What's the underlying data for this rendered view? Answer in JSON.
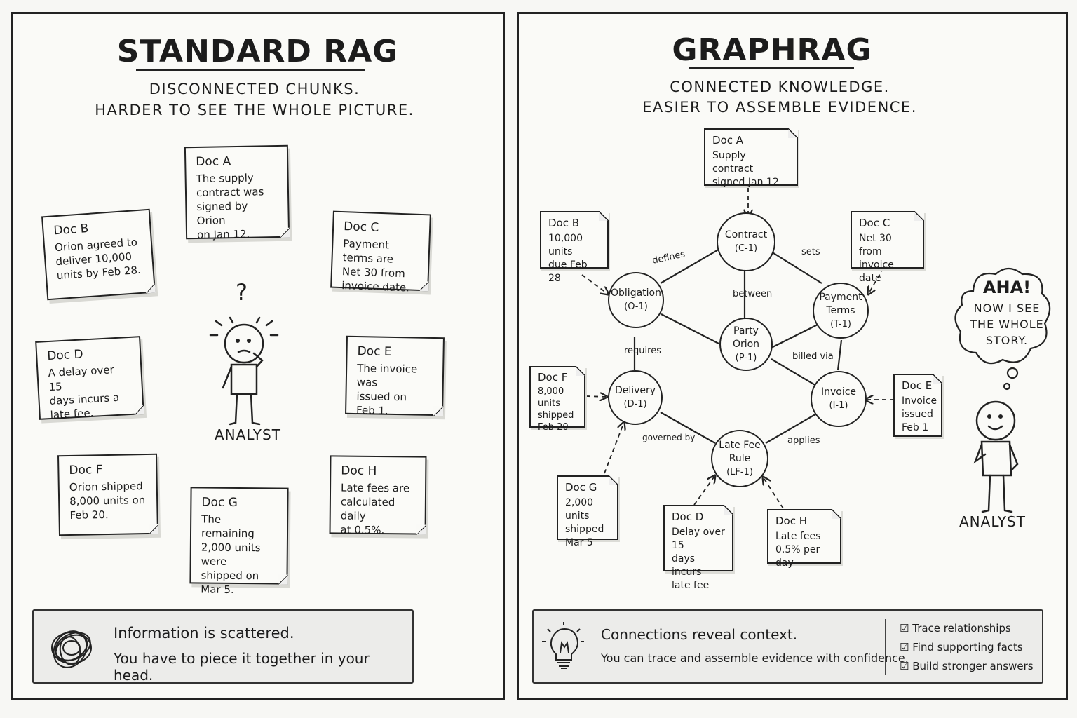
{
  "left": {
    "title": "STANDARD RAG",
    "subtitle_line1": "DISCONNECTED CHUNKS.",
    "subtitle_line2": "HARDER TO SEE THE WHOLE PICTURE.",
    "docs": [
      {
        "title": "Doc A",
        "text": "The supply\ncontract was\nsigned by Orion\non Jan 12."
      },
      {
        "title": "Doc B",
        "text": "Orion agreed to\ndeliver 10,000\nunits by Feb 28."
      },
      {
        "title": "Doc C",
        "text": "Payment terms are\nNet 30 from\ninvoice date."
      },
      {
        "title": "Doc D",
        "text": "A delay over 15\ndays incurs a\nlate fee."
      },
      {
        "title": "Doc E",
        "text": "The invoice was\nissued on\nFeb 1."
      },
      {
        "title": "Doc F",
        "text": "Orion shipped\n8,000 units on\nFeb 20."
      },
      {
        "title": "Doc G",
        "text": "The remaining\n2,000 units were\nshipped on\nMar 5."
      },
      {
        "title": "Doc H",
        "text": "Late fees are\ncalculated daily\nat 0.5%."
      }
    ],
    "question_mark": "?",
    "analyst_label": "ANALYST",
    "footer_line1": "Information is scattered.",
    "footer_line2": "You have to piece it together in your head."
  },
  "right": {
    "title": "GRAPHRAG",
    "subtitle_line1": "CONNECTED KNOWLEDGE.",
    "subtitle_line2": "EASIER TO ASSEMBLE EVIDENCE.",
    "docs": [
      {
        "title": "Doc A",
        "text": "Supply contract\nsigned Jan 12"
      },
      {
        "title": "Doc B",
        "text": "10,000 units\ndue Feb 28"
      },
      {
        "title": "Doc C",
        "text": "Net 30 from\ninvoice date"
      },
      {
        "title": "Doc D",
        "text": "Delay over 15\ndays incurs\nlate fee"
      },
      {
        "title": "Doc E",
        "text": "Invoice\nissued\nFeb 1"
      },
      {
        "title": "Doc F",
        "text": "8,000 units\nshipped\nFeb 20"
      },
      {
        "title": "Doc G",
        "text": "2,000 units\nshipped\nMar 5"
      },
      {
        "title": "Doc H",
        "text": "Late fees\n0.5% per day"
      }
    ],
    "nodes": {
      "contract": {
        "name": "Contract",
        "id": "(C-1)"
      },
      "obligation": {
        "name": "Obligation",
        "id": "(O-1)"
      },
      "payment": {
        "name": "Payment\nTerms",
        "id": "(T-1)"
      },
      "party": {
        "name": "Party\nOrion",
        "id": "(P-1)"
      },
      "delivery": {
        "name": "Delivery",
        "id": "(D-1)"
      },
      "invoice": {
        "name": "Invoice",
        "id": "(I-1)"
      },
      "latefee": {
        "name": "Late Fee\nRule",
        "id": "(LF-1)"
      }
    },
    "edges": {
      "defines": "defines",
      "sets": "sets",
      "between": "between",
      "requires": "requires",
      "billed_via": "billed via",
      "governed_by": "governed by",
      "applies": "applies"
    },
    "thought_line1": "AHA!",
    "thought_line2": "NOW I SEE",
    "thought_line3": "THE WHOLE",
    "thought_line4": "STORY.",
    "analyst_label": "ANALYST",
    "footer_line1": "Connections reveal context.",
    "footer_line2": "You can trace and assemble evidence with confidence.",
    "checklist": [
      "Trace relationships",
      "Find supporting facts",
      "Build stronger answers"
    ]
  }
}
